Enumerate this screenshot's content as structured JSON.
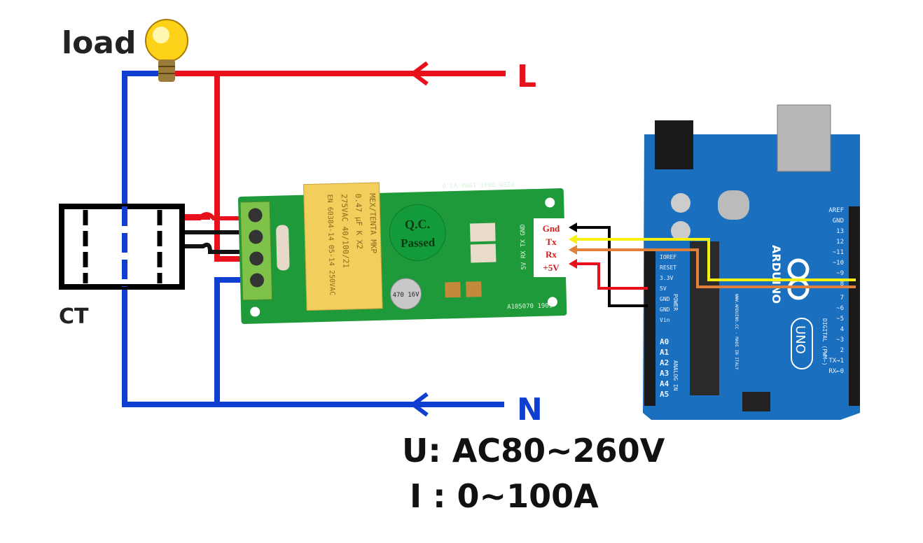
{
  "labels": {
    "load": "load",
    "line": "L",
    "neutral": "N",
    "ct": "CT",
    "voltage_spec": "U: AC80~260V",
    "current_spec": "I : 0~100A"
  },
  "module": {
    "model": "PZEM-004T-100A V3.0",
    "qc_line1": "Q.C.",
    "qc_line2": "Passed",
    "capacitor_text": [
      "MEX/TENTA MKP",
      "0.47 µF K X2",
      "275VAC 40/100/21",
      "EN 60384-14 05-14 250VAC"
    ],
    "elcap": "470 16V",
    "board_code": "A105070 1909",
    "pins_silk": "5V RX TX GND",
    "pins": [
      "Gnd",
      "Tx",
      "Rx",
      "+5V"
    ]
  },
  "arduino": {
    "brand": "ARDUINO",
    "model": "UNO",
    "power_pins": [
      "IOREF",
      "RESET",
      "3.3V",
      "5V",
      "GND",
      "GND",
      "Vin"
    ],
    "power_label": "POWER",
    "analog_pins": [
      "A0",
      "A1",
      "A2",
      "A3",
      "A4",
      "A5"
    ],
    "analog_label": "ANALOG IN",
    "digital_pins": [
      "AREF",
      "GND",
      "13",
      "12",
      "~11",
      "~10",
      "~9",
      "8",
      "7",
      "~6",
      "~5",
      "4",
      "~3",
      "2",
      "TX→1",
      "RX←0"
    ],
    "digital_label": "DIGITAL (PWM~)",
    "web": "WWW.ARDUINO.CC - MADE IN ITALY"
  },
  "colors": {
    "live": "#e8101a",
    "neutral": "#0f3fd1",
    "gnd_wire": "#000000",
    "tx_wire": "#f5f010",
    "rx_wire": "#e0803a",
    "pcb": "#1e9a3a",
    "arduino": "#1a6fbf"
  }
}
